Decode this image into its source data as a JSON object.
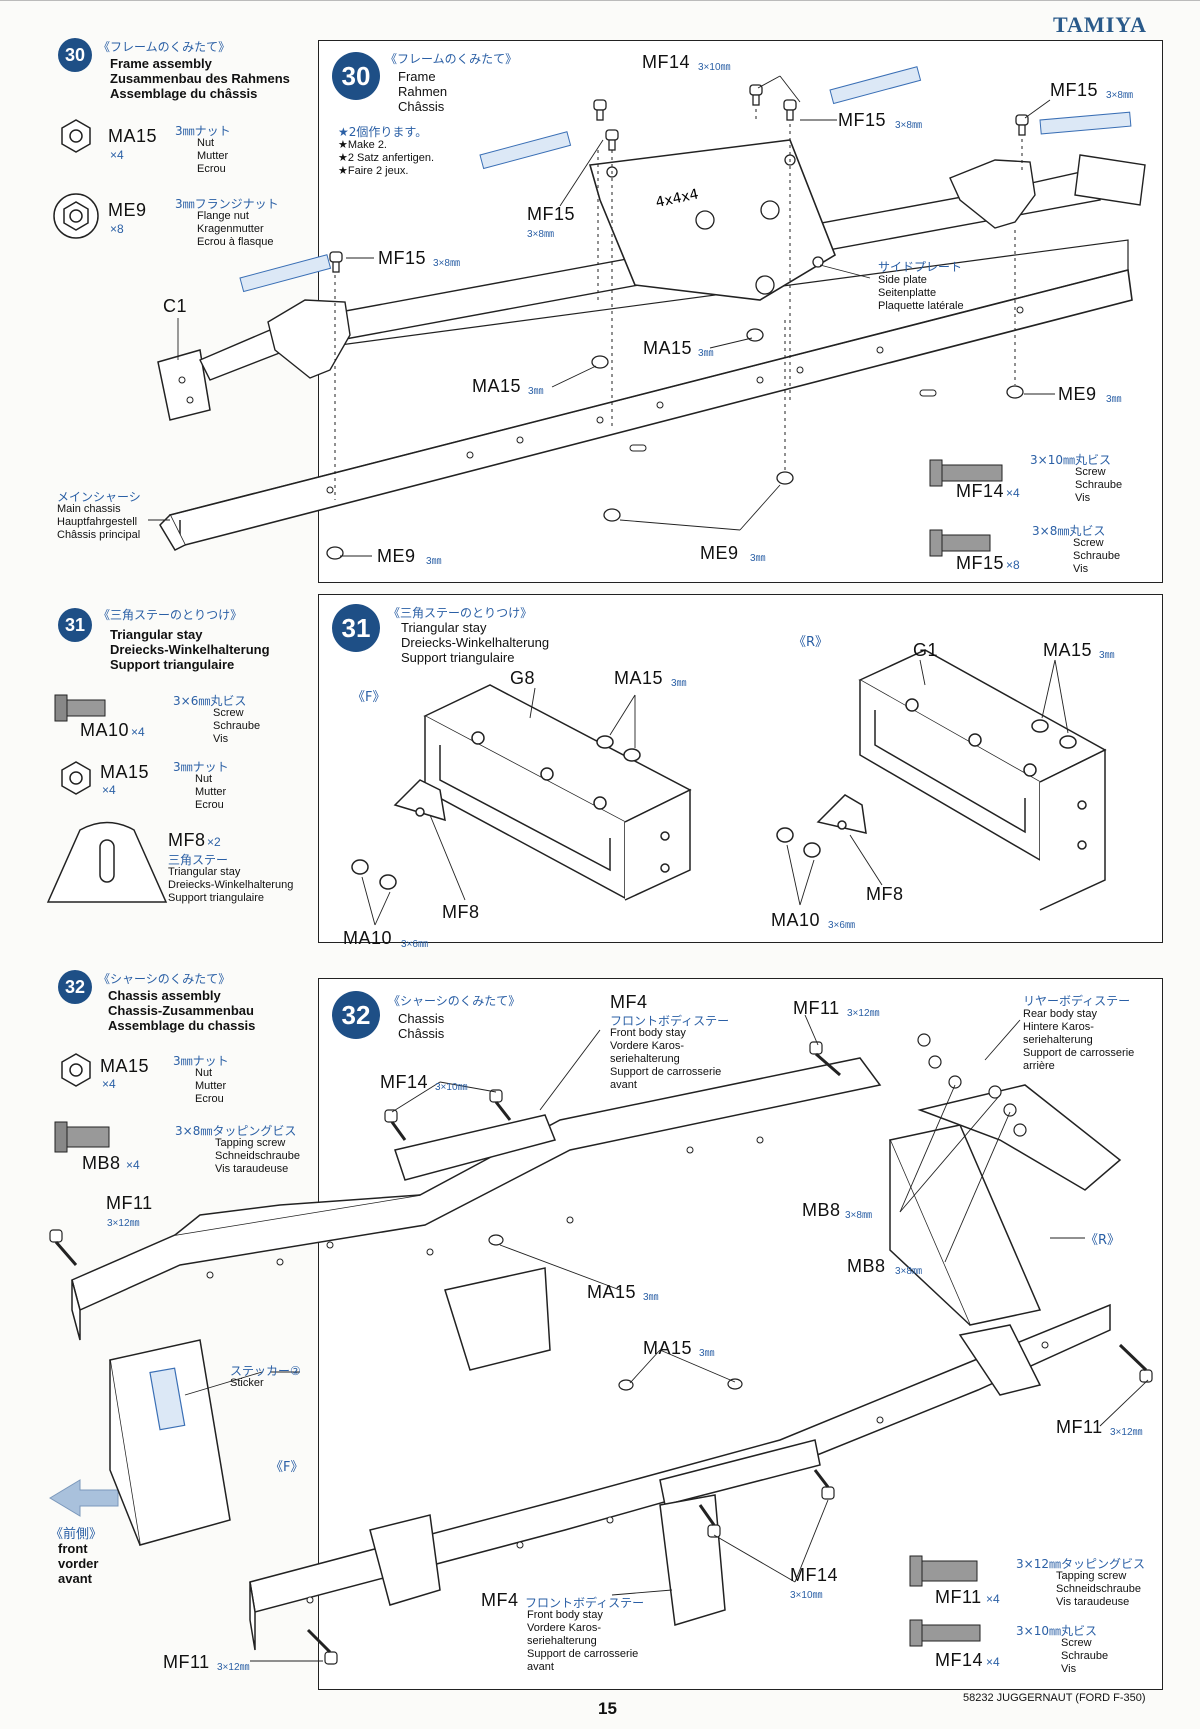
{
  "brand": "TAMIYA",
  "footer": {
    "page_number": "15",
    "kit": "58232 JUGGERNAUT (FORD F-350)"
  },
  "step30": {
    "number": "30",
    "jp": "《フレームのくみたて》",
    "en": "Frame assembly",
    "de": "Zusammenbau des Rahmens",
    "fr": "Assemblage du châssis",
    "en_short": "Frame",
    "de_short": "Rahmen",
    "fr_short": "Châssis",
    "note_jp": "★2個作ります。",
    "note_en": "★Make 2.",
    "note_de": "★2 Satz anfertigen.",
    "note_fr": "★Faire 2 jeux.",
    "parts": [
      {
        "code": "MA15",
        "qty": "×4",
        "size_jp": "3㎜ナット",
        "l1": "Nut",
        "l2": "Mutter",
        "l3": "Ecrou"
      },
      {
        "code": "ME9",
        "qty": "×8",
        "size_jp": "3㎜フランジナット",
        "l1": "Flange nut",
        "l2": "Kragenmutter",
        "l3": "Ecrou à flasque"
      }
    ],
    "labels": {
      "mf14": "MF14",
      "mf14_dim": "3×10㎜",
      "mf15": "MF15",
      "mf15_dim": "3×8㎜",
      "ma15": "MA15",
      "ma15_dim": "3㎜",
      "me9": "ME9",
      "me9_dim": "3㎜",
      "c1": "C1",
      "side_jp": "サイドプレート",
      "side_en": "Side plate",
      "side_de": "Seitenplatte",
      "side_fr": "Plaquette latérale",
      "chassis_jp": "メインシャーシ",
      "chassis_en": "Main chassis",
      "chassis_de": "Hauptfahrgestell",
      "chassis_fr": "Châssis principal",
      "plate_text": "4x4x4"
    },
    "screws": [
      {
        "code": "MF14",
        "qty": "×4",
        "size_jp": "3×10㎜丸ビス",
        "l1": "Screw",
        "l2": "Schraube",
        "l3": "Vis"
      },
      {
        "code": "MF15",
        "qty": "×8",
        "size_jp": "3×8㎜丸ビス",
        "l1": "Screw",
        "l2": "Schraube",
        "l3": "Vis"
      }
    ]
  },
  "step31": {
    "number": "31",
    "jp": "《三角ステーのとりつけ》",
    "en": "Triangular stay",
    "de": "Dreiecks-Winkelhalterung",
    "fr": "Support triangulaire",
    "parts": [
      {
        "code": "MA10",
        "qty": "×4",
        "size_jp": "3×6㎜丸ビス",
        "l1": "Screw",
        "l2": "Schraube",
        "l3": "Vis"
      },
      {
        "code": "MA15",
        "qty": "×4",
        "size_jp": "3㎜ナット",
        "l1": "Nut",
        "l2": "Mutter",
        "l3": "Ecrou"
      },
      {
        "code": "MF8",
        "qty": "×2",
        "size_jp": "三角ステー",
        "l1": "Triangular stay",
        "l2": "Dreiecks-Winkelhalterung",
        "l3": "Support triangulaire"
      }
    ],
    "labels": {
      "front": "《F》",
      "rear": "《R》",
      "g8": "G8",
      "g1": "G1",
      "ma15": "MA15",
      "ma15_dim": "3㎜",
      "mf8": "MF8",
      "ma10": "MA10",
      "ma10_dim": "3×6㎜"
    }
  },
  "step32": {
    "number": "32",
    "jp": "《シャーシのくみたて》",
    "en": "Chassis assembly",
    "de": "Chassis-Zusammenbau",
    "fr": "Assemblage du chassis",
    "en_short": "Chassis",
    "fr_short": "Châssis",
    "parts": [
      {
        "code": "MA15",
        "qty": "×4",
        "size_jp": "3㎜ナット",
        "l1": "Nut",
        "l2": "Mutter",
        "l3": "Ecrou"
      },
      {
        "code": "MB8",
        "qty": "×4",
        "size_jp": "3×8㎜タッピングビス",
        "l1": "Tapping screw",
        "l2": "Schneidschraube",
        "l3": "Vis taraudeuse"
      }
    ],
    "side_mf11": "MF11",
    "side_mf11_dim": "3×12㎜",
    "labels": {
      "mf4": "MF4",
      "mf4_jp": "フロントボディステー",
      "mf4_l1": "Front body stay",
      "mf4_l2": "Vordere Karos-",
      "mf4_l3": "seriehalterung",
      "mf4_l4": "Support de carrosserie",
      "mf4_l5": "avant",
      "rear_jp": "リヤーボディステー",
      "rear_l1": "Rear body stay",
      "rear_l2": "Hintere Karos-",
      "rear_l3": "seriehalterung",
      "rear_l4": "Support de carrosserie",
      "rear_l5": "arrière",
      "mf11": "MF11",
      "mf11_dim": "3×12㎜",
      "mf14": "MF14",
      "mf14_dim": "3×10㎜",
      "ma15": "MA15",
      "ma15_dim": "3㎜",
      "mb8": "MB8",
      "mb8_dim": "3×8㎜",
      "rear": "《R》",
      "front": "《F》",
      "sticker_jp": "ステッカー②",
      "sticker_en": "Sticker",
      "front_jp": "《前側》",
      "front_en": "front",
      "front_de": "vorder",
      "front_fr": "avant"
    },
    "screws": [
      {
        "code": "MF11",
        "qty": "×4",
        "size_jp": "3×12㎜タッピングビス",
        "l1": "Tapping screw",
        "l2": "Schneidschraube",
        "l3": "Vis taraudeuse"
      },
      {
        "code": "MF14",
        "qty": "×4",
        "size_jp": "3×10㎜丸ビス",
        "l1": "Screw",
        "l2": "Schraube",
        "l3": "Vis"
      }
    ]
  }
}
